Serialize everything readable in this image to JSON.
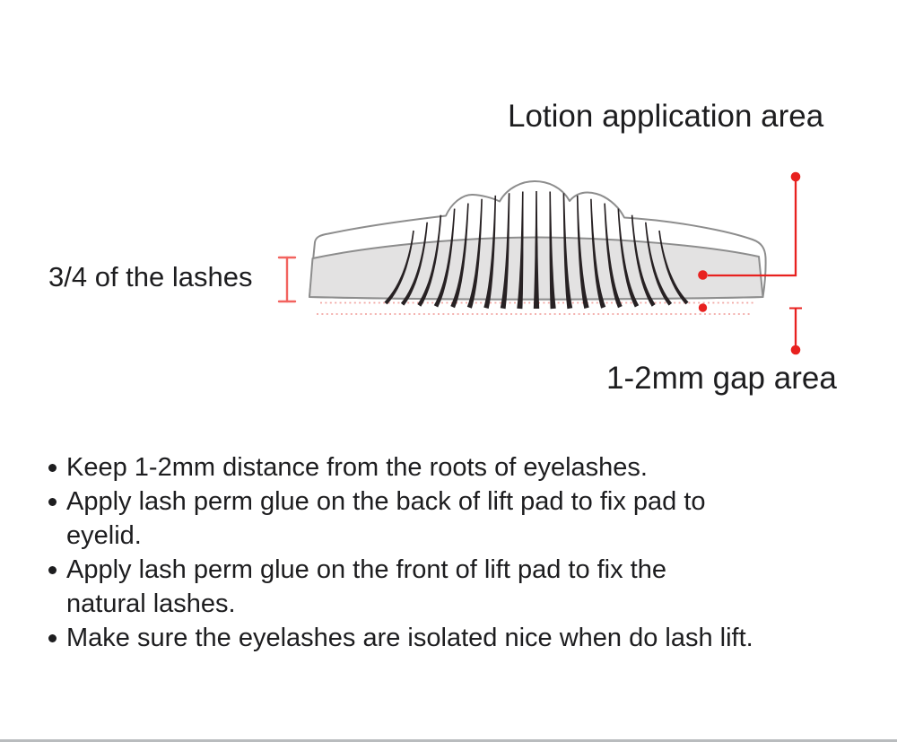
{
  "diagram": {
    "lotion_area_label": "Lotion application area",
    "lashes_label": "3/4 of the lashes",
    "gap_label": "1-2mm gap area",
    "colors": {
      "pad_fill": "#ffffff",
      "pad_stroke": "#8d8d8d",
      "band_fill": "#e3e2e2",
      "lash": "#272123",
      "marker_red": "#e8211f",
      "bracket_red": "#f2635f",
      "dotted_red": "#f2a7a4",
      "text": "#1d1d1f",
      "divider_gray": "#b9bcbe"
    }
  },
  "instructions": {
    "items": [
      {
        "lines": [
          "Keep 1-2mm distance from the roots of eyelashes."
        ]
      },
      {
        "lines": [
          "Apply lash perm glue on the back of lift pad to fix pad to",
          "eyelid."
        ]
      },
      {
        "lines": [
          "Apply lash perm glue on the front of lift pad to fix the",
          "natural lashes."
        ]
      },
      {
        "lines": [
          "Make sure the eyelashes are isolated nice when do lash lift."
        ]
      }
    ]
  }
}
